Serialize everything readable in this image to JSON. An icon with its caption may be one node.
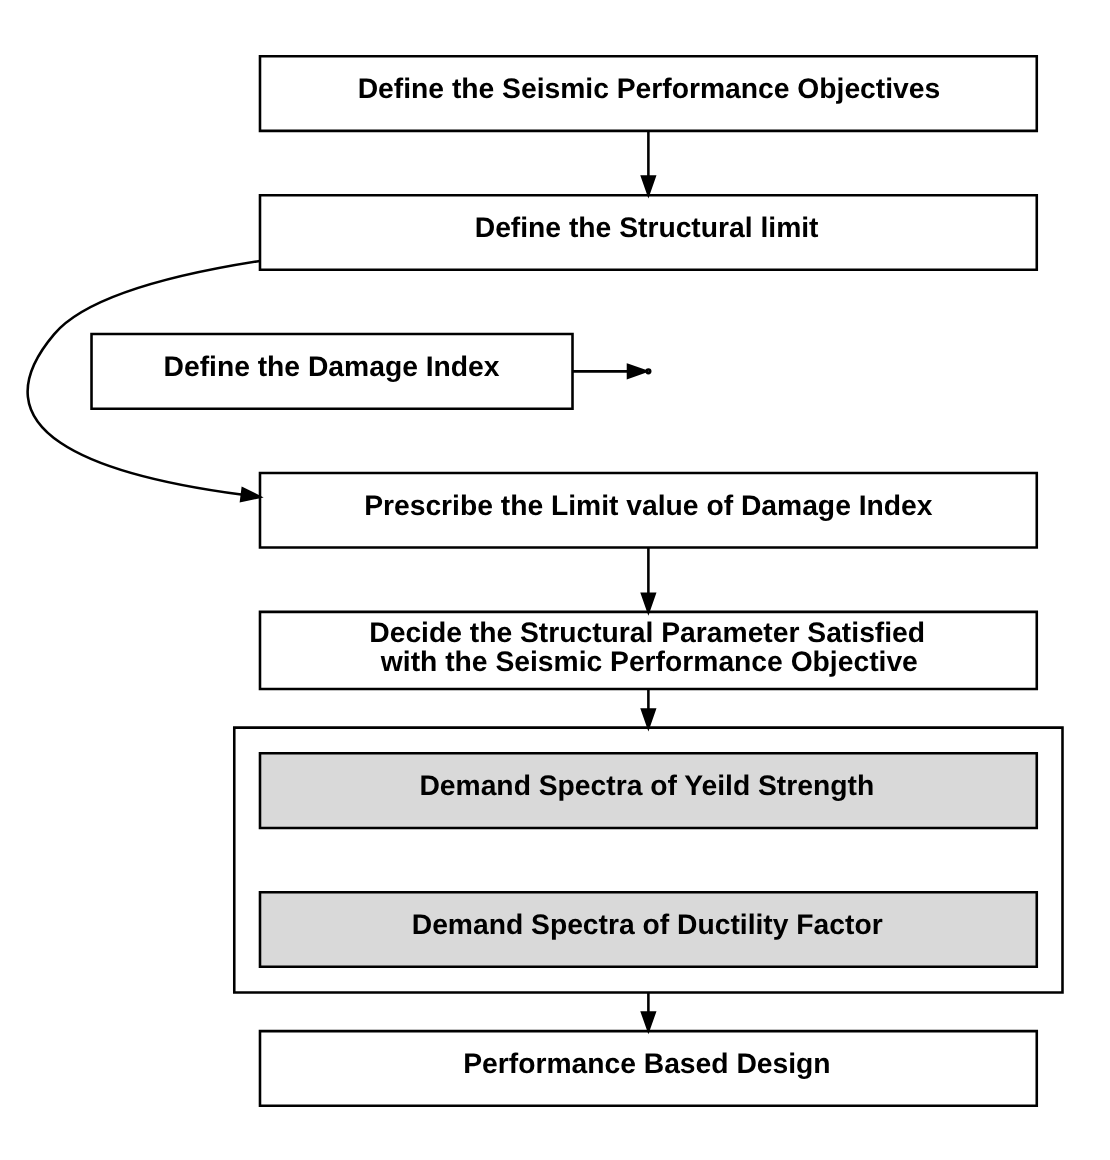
{
  "diagram": {
    "nodes": [
      {
        "text": [
          "Define the Seismic Performance Objectives"
        ]
      },
      {
        "text": [
          "Define the Structural limit"
        ]
      },
      {
        "text": [
          "Define the Damage Index"
        ]
      },
      {
        "text": [
          "Prescribe the Limit value of Damage Index"
        ]
      },
      {
        "text": [
          "Decide the Structural Parameter Satisfied with the Seismic Performance Objective"
        ]
      },
      {
        "text": [],
        "shape": "box"
      },
      {
        "text": [
          "Demand Spectra of Yeild Strength"
        ],
        "in": 5
      },
      {
        "text": [
          "Demand Spectra of Ductility Factor"
        ],
        "in": 5
      },
      {
        "text": [
          "Performance Based Design"
        ]
      }
    ],
    "edges": [
      {
        "from": 0,
        "to": 1,
        "arrow": "to"
      },
      {
        "from": 1,
        "to": 3,
        "arrow": "to"
      },
      {
        "from": 2,
        "to": null,
        "arrow": "to"
      },
      {
        "from": 3,
        "to": 4,
        "arrow": "to"
      },
      {
        "from": 4,
        "to": 5,
        "arrow": "to"
      },
      {
        "from": 5,
        "to": 8,
        "arrow": "to"
      }
    ]
  }
}
